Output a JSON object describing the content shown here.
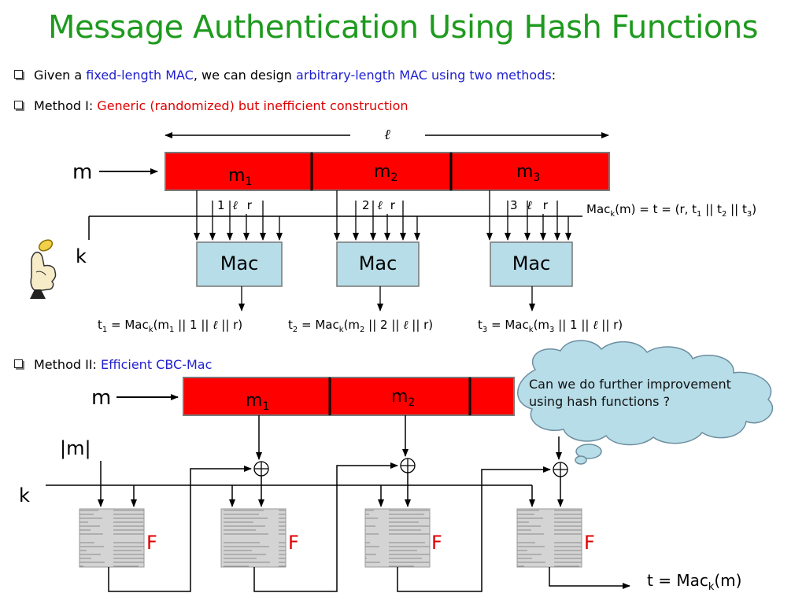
{
  "title": "Message Authentication Using Hash Functions",
  "bullets": {
    "b1_prefix": "Given a ",
    "b1_fixed": "fixed-length MAC",
    "b1_mid": ", we can design ",
    "b1_arb": "arbitrary-length MAC using two methods",
    "b1_end": ":",
    "b2_prefix": "Method I: ",
    "b2_text": "Generic (randomized) but inefficient construction",
    "b3_prefix": "Method II: ",
    "b3_text": "Efficient CBC-Mac"
  },
  "method1": {
    "length_symbol": "ℓ",
    "m_label": "m",
    "k_label": "k",
    "blocks": [
      {
        "base": "m",
        "sub": "1"
      },
      {
        "base": "m",
        "sub": "2"
      },
      {
        "base": "m",
        "sub": "3"
      }
    ],
    "mac_label": "Mac",
    "input_labels": [
      {
        "idx": "1",
        "ell": "ℓ",
        "r": "r"
      },
      {
        "idx": "2",
        "ell": "ℓ",
        "r": "r"
      },
      {
        "idx": "3",
        "ell": "ℓ",
        "r": "r"
      }
    ],
    "mac_formula": "Mac_k(m) = t = (r, t_1 || t_2 || t_3)",
    "outputs": [
      "t_1 = Mac_k(m_1 || 1 || ℓ || r)",
      "t_2 = Mac_k(m_2 || 2 || ℓ || r)",
      "t_3 = Mac_k(m_3 || 1 || ℓ || r)"
    ]
  },
  "method2": {
    "m_label": "m",
    "len_label": "|m|",
    "k_label": "k",
    "blocks": [
      {
        "base": "m",
        "sub": "1"
      },
      {
        "base": "m",
        "sub": "2"
      }
    ],
    "xor_symbol": "⊕",
    "f_label": "F",
    "result": "t = Mac_k(m)"
  },
  "cloud": {
    "line1": "Can we do further improvement",
    "line2": "using hash functions ?"
  },
  "colors": {
    "title": "#1e9a1e",
    "block_fill": "#ff0000",
    "mac_fill": "#b7dde8",
    "cloud_fill": "#b7dde8",
    "blue_text": "#1f1fd0",
    "red_text": "#e00000"
  }
}
